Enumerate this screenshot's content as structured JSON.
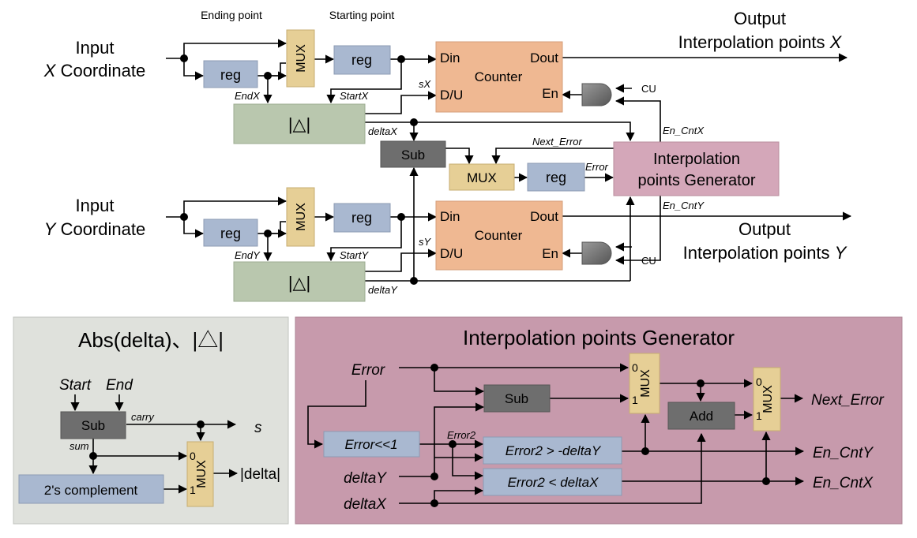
{
  "top": {
    "header_ending_point": "Ending point",
    "header_starting_point": "Starting  point",
    "input_x_line1": "Input",
    "input_x_axis": "X",
    "input_x_line2": "Coordinate",
    "input_y_line1": "Input",
    "input_y_axis": "Y",
    "input_y_line2": "Coordinate",
    "output_x_line1": "Output",
    "output_x_line2": "Interpolation points",
    "output_x_axis": "X",
    "output_y_line1": "Output",
    "output_y_line2": "Interpolation points",
    "output_y_axis": "Y",
    "reg": "reg",
    "mux": "MUX",
    "counter": "Counter",
    "din": "Din",
    "dout": "Dout",
    "du": "D/U",
    "en": "En",
    "cu": "CU",
    "delta_symbol": "|△|",
    "sub": "Sub",
    "generator_line1": "Interpolation",
    "generator_line2": "points Generator",
    "endx": "EndX",
    "startx": "StartX",
    "endy": "EndY",
    "starty": "StartY",
    "sx": "sX",
    "sy": "sY",
    "deltax": "deltaX",
    "deltay": "deltaY",
    "next_error": "Next_Error",
    "error": "Error",
    "en_cntx": "En_CntX",
    "en_cnty": "En_CntY"
  },
  "abs_panel": {
    "title": "Abs(delta)、|△|",
    "start": "Start",
    "end": "End",
    "sub": "Sub",
    "carry": "carry",
    "sum": "sum",
    "s": "s",
    "twos_complement": "2's complement",
    "mux": "MUX",
    "in0": "0",
    "in1": "1",
    "out": "|delta|"
  },
  "gen_panel": {
    "title": "Interpolation points Generator",
    "error": "Error",
    "deltay": "deltaY",
    "deltax": "deltaX",
    "sub": "Sub",
    "shift": "Error<<1",
    "error2": "Error2",
    "cmp_y": "Error2 > -deltaY",
    "cmp_x": "Error2 < deltaX",
    "mux": "MUX",
    "in0": "0",
    "in1": "1",
    "add": "Add",
    "next_error": "Next_Error",
    "en_cnty": "En_CntY",
    "en_cntx": "En_CntX"
  },
  "colors": {
    "reg": "#a9b8d0",
    "mux": "#e6cf96",
    "counter": "#efb892",
    "delta": "#b9c7ae",
    "sub": "#6e6e6e",
    "generator": "#d4a7b9",
    "gate": "#7a7a7a",
    "abs_panel_bg": "#dfe1dc",
    "gen_panel_bg": "#c79aac"
  }
}
